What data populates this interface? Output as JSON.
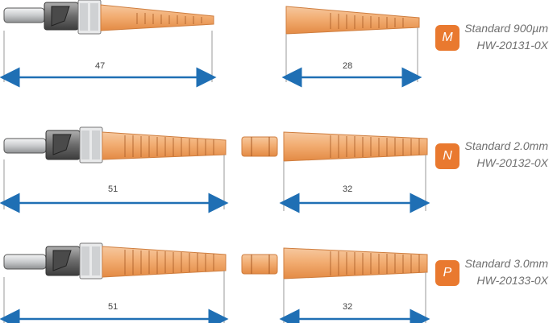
{
  "rows": [
    {
      "badge": "M",
      "title": "Standard 900µm",
      "part": "HW-20131-0X",
      "connector_length": "47",
      "boot_length": "28"
    },
    {
      "badge": "N",
      "title": "Standard 2.0mm",
      "part": "HW-20132-0X",
      "connector_length": "51",
      "boot_length": "32"
    },
    {
      "badge": "P",
      "title": "Standard 3.0mm",
      "part": "HW-20133-0X",
      "connector_length": "51",
      "boot_length": "32"
    }
  ],
  "colors": {
    "boot": "#f2b079",
    "accent": "#e9792f",
    "arrow": "#1f6fb4",
    "connector_body": "#7d7d7d",
    "ferrule": "#cfd1d3",
    "caption": "#6f6f6f"
  }
}
